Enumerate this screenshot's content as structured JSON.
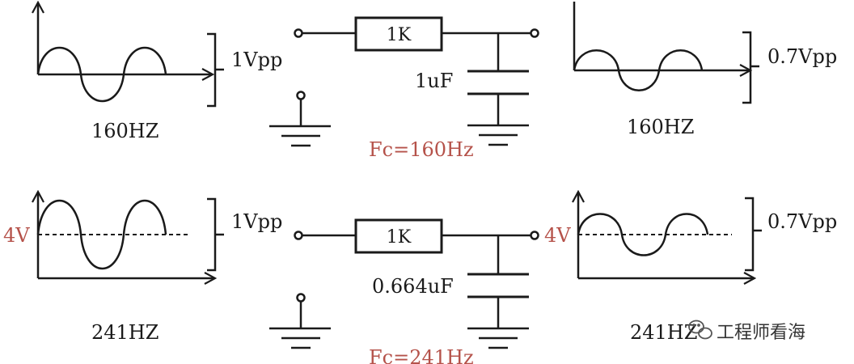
{
  "colors": {
    "line": "#1a1a1a",
    "accent": "#b5524a"
  },
  "top": {
    "input_amplitude": "1Vpp",
    "input_frequency": "160HZ",
    "resistor": "1K",
    "capacitor": "1uF",
    "cutoff": "Fc=160Hz",
    "output_amplitude": "0.7Vpp",
    "output_frequency": "160HZ"
  },
  "bottom": {
    "dc_level_in": "4V",
    "input_amplitude": "1Vpp",
    "input_frequency": "241HZ",
    "resistor": "1K",
    "capacitor": "0.664uF",
    "cutoff": "Fc=241Hz",
    "dc_level_out": "4V",
    "output_amplitude": "0.7Vpp",
    "output_frequency": "241HZ"
  },
  "watermark": {
    "text": "工程师看海",
    "icon": "wechat-icon"
  }
}
